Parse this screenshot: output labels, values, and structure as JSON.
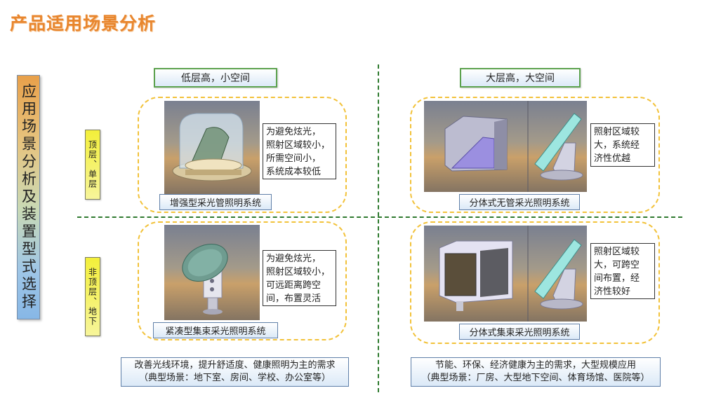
{
  "page": {
    "title": "产品适用场景分析"
  },
  "main_label": "应用场景分析及装置型式选择",
  "rows": {
    "top": "顶层、单层",
    "bottom": "非顶层、地下"
  },
  "columns": {
    "left": "低层高，小空间",
    "right": "大层高，大空间"
  },
  "cells": {
    "top_left": {
      "description": "为避免炫光，\n照射区域较小，\n所需空间小，\n系统成本较低",
      "caption": "增强型采光管照明系统"
    },
    "top_right": {
      "description": "照射区域较\n大，系统经\n济性优越",
      "caption": "分体式无管采光照明系统"
    },
    "bottom_left": {
      "description": "为避免炫光，\n照射区域较小，\n可远距离跨空\n间，布置灵活",
      "caption": "紧凑型集束采光照明系统"
    },
    "bottom_right": {
      "description": "照射区域较\n大，可跨空\n间布置，经\n济性较好",
      "caption": "分体式集束采光照明系统"
    }
  },
  "summary": {
    "left": {
      "line1": "改善光线环境，提升舒适度、健康照明为主的需求",
      "line2": "（典型场景：地下室、房间、学校、办公室等）"
    },
    "right": {
      "line1": "节能、环保、经济健康为主的需求，大型规模应用",
      "line2": "（典型场景：厂房、大型地下空间、体育场馆、医院等）"
    }
  },
  "colors": {
    "title": "#e8862e",
    "divider": "#2f7a2f",
    "panel_border": "#f2c23a",
    "header_border": "#5ca24e",
    "row_label": "#f3ef3a"
  }
}
